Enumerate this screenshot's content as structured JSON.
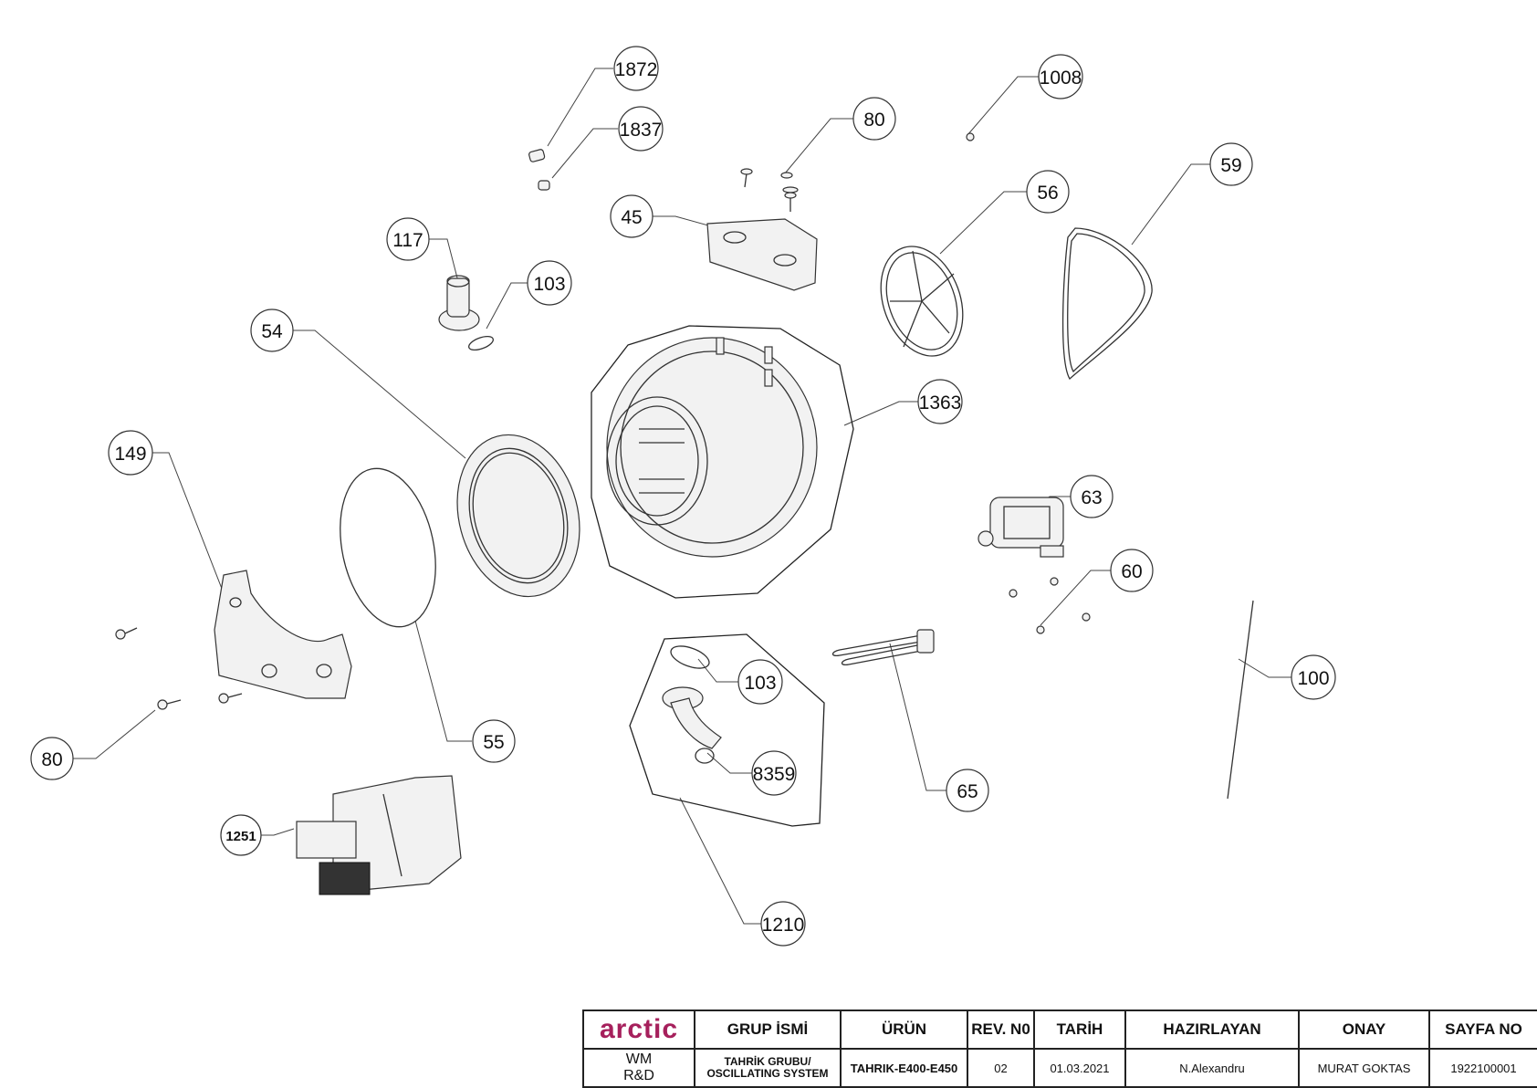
{
  "diagram": {
    "callouts": [
      {
        "label": "1872"
      },
      {
        "label": "1837"
      },
      {
        "label": "117"
      },
      {
        "label": "103"
      },
      {
        "label": "54"
      },
      {
        "label": "149"
      },
      {
        "label": "80"
      },
      {
        "label": "45"
      },
      {
        "label": "1008"
      },
      {
        "label": "56"
      },
      {
        "label": "59"
      },
      {
        "label": "1363"
      },
      {
        "label": "63"
      },
      {
        "label": "60"
      },
      {
        "label": "100"
      },
      {
        "label": "65"
      },
      {
        "label": "103"
      },
      {
        "label": "8359"
      },
      {
        "label": "1210"
      },
      {
        "label": "55"
      },
      {
        "label": "80"
      },
      {
        "label": "1251"
      }
    ]
  },
  "title_block": {
    "logo_text": "arctic",
    "brand_color": "#a6205c",
    "dept_line1": "WM",
    "dept_line2": "R&D",
    "headers": {
      "group": "GRUP İSMİ",
      "product": "ÜRÜN",
      "rev": "REV. N0",
      "date": "TARİH",
      "prepared": "HAZIRLAYAN",
      "approval": "ONAY",
      "page": "SAYFA NO"
    },
    "values": {
      "group_line1": "TAHRİK GRUBU/",
      "group_line2": "OSCILLATING SYSTEM",
      "product": "TAHRIK-E400-E450",
      "rev": "02",
      "date": "01.03.2021",
      "prepared": "N.Alexandru",
      "approval": "MURAT GOKTAS",
      "page": "1922100001"
    }
  }
}
